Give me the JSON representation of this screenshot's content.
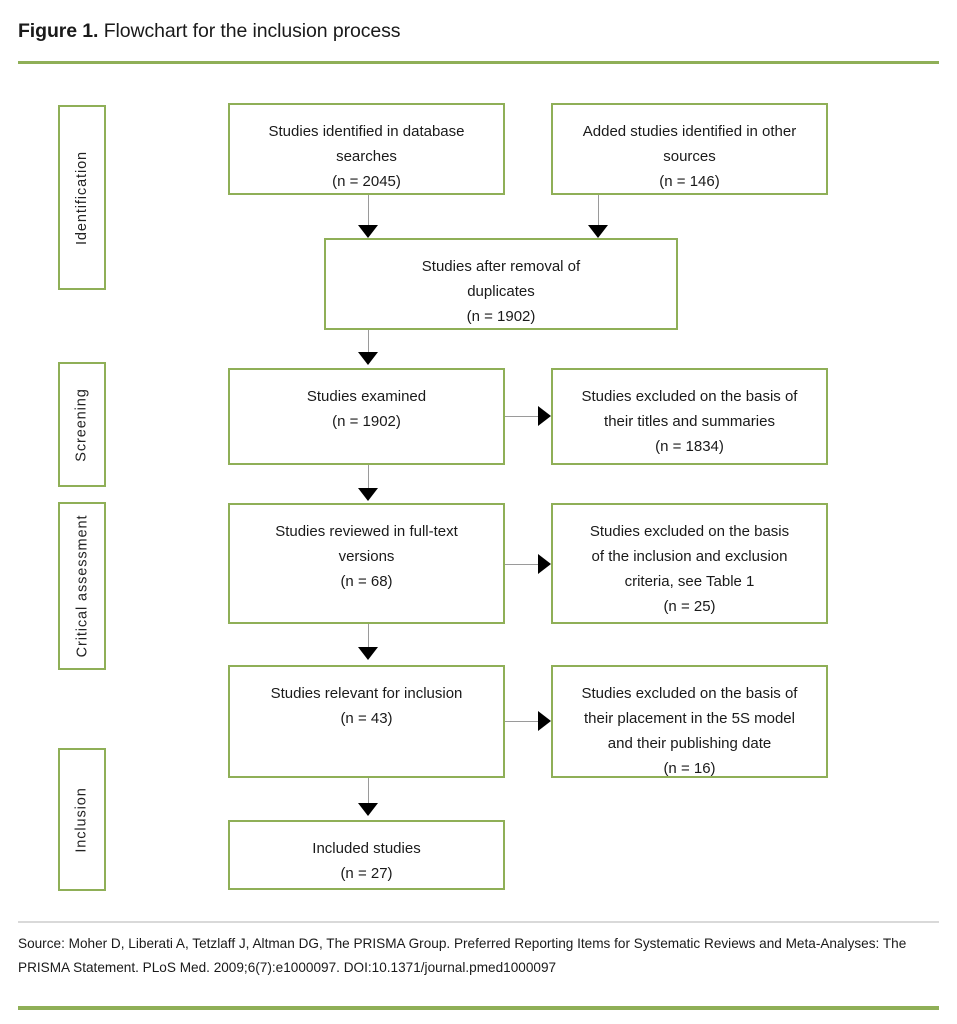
{
  "figure": {
    "label": "Figure 1.",
    "caption": " Flowchart for the inclusion process"
  },
  "colors": {
    "box_border": "#8faf57",
    "rule_green": "#8faf57",
    "rule_gray": "#d9d9d9",
    "connector": "#9a9a9a",
    "arrowhead": "#000000",
    "text": "#1a1a1a"
  },
  "stages": [
    {
      "id": "identification",
      "label": "Identification"
    },
    {
      "id": "screening",
      "label": "Screening"
    },
    {
      "id": "critical-assessment",
      "label": "Critical assessment"
    },
    {
      "id": "inclusion",
      "label": "Inclusion"
    }
  ],
  "boxes": {
    "database_searches": {
      "lines": [
        "Studies identified in database",
        "searches",
        "(n = 2045)"
      ],
      "n": 2045
    },
    "other_sources": {
      "lines": [
        "Added studies identified in other",
        "sources",
        "(n = 146)"
      ],
      "n": 146
    },
    "after_duplicates": {
      "lines": [
        "Studies after removal of",
        "duplicates",
        "(n = 1902)"
      ],
      "n": 1902
    },
    "examined": {
      "lines": [
        "Studies examined",
        "(n = 1902)"
      ],
      "n": 1902
    },
    "excluded_titles": {
      "lines": [
        "Studies excluded on the basis of",
        "their titles and summaries",
        "(n = 1834)"
      ],
      "n": 1834
    },
    "full_text": {
      "lines": [
        "Studies reviewed in full-text",
        "versions",
        "(n = 68)"
      ],
      "n": 68
    },
    "excluded_criteria": {
      "lines": [
        "Studies excluded on the basis",
        "of the inclusion and exclusion",
        "criteria, see Table 1",
        "(n = 25)"
      ],
      "n": 25
    },
    "relevant": {
      "lines": [
        "Studies relevant for inclusion",
        "(n = 43)"
      ],
      "n": 43
    },
    "excluded_5s": {
      "lines": [
        "Studies excluded on the basis of",
        "their placement in the 5S model",
        "and their publishing date",
        "(n = 16)"
      ],
      "n": 16
    },
    "included": {
      "lines": [
        "Included studies",
        "(n = 27)"
      ],
      "n": 27
    }
  },
  "source": {
    "text": "Source: Moher D, Liberati A, Tetzlaff J, Altman DG, The PRISMA Group. Preferred Reporting Items for Systematic Reviews and Meta-Analyses: The PRISMA Statement. PLoS Med. 2009;6(7):e1000097. DOI:10.1371/journal.pmed1000097"
  }
}
